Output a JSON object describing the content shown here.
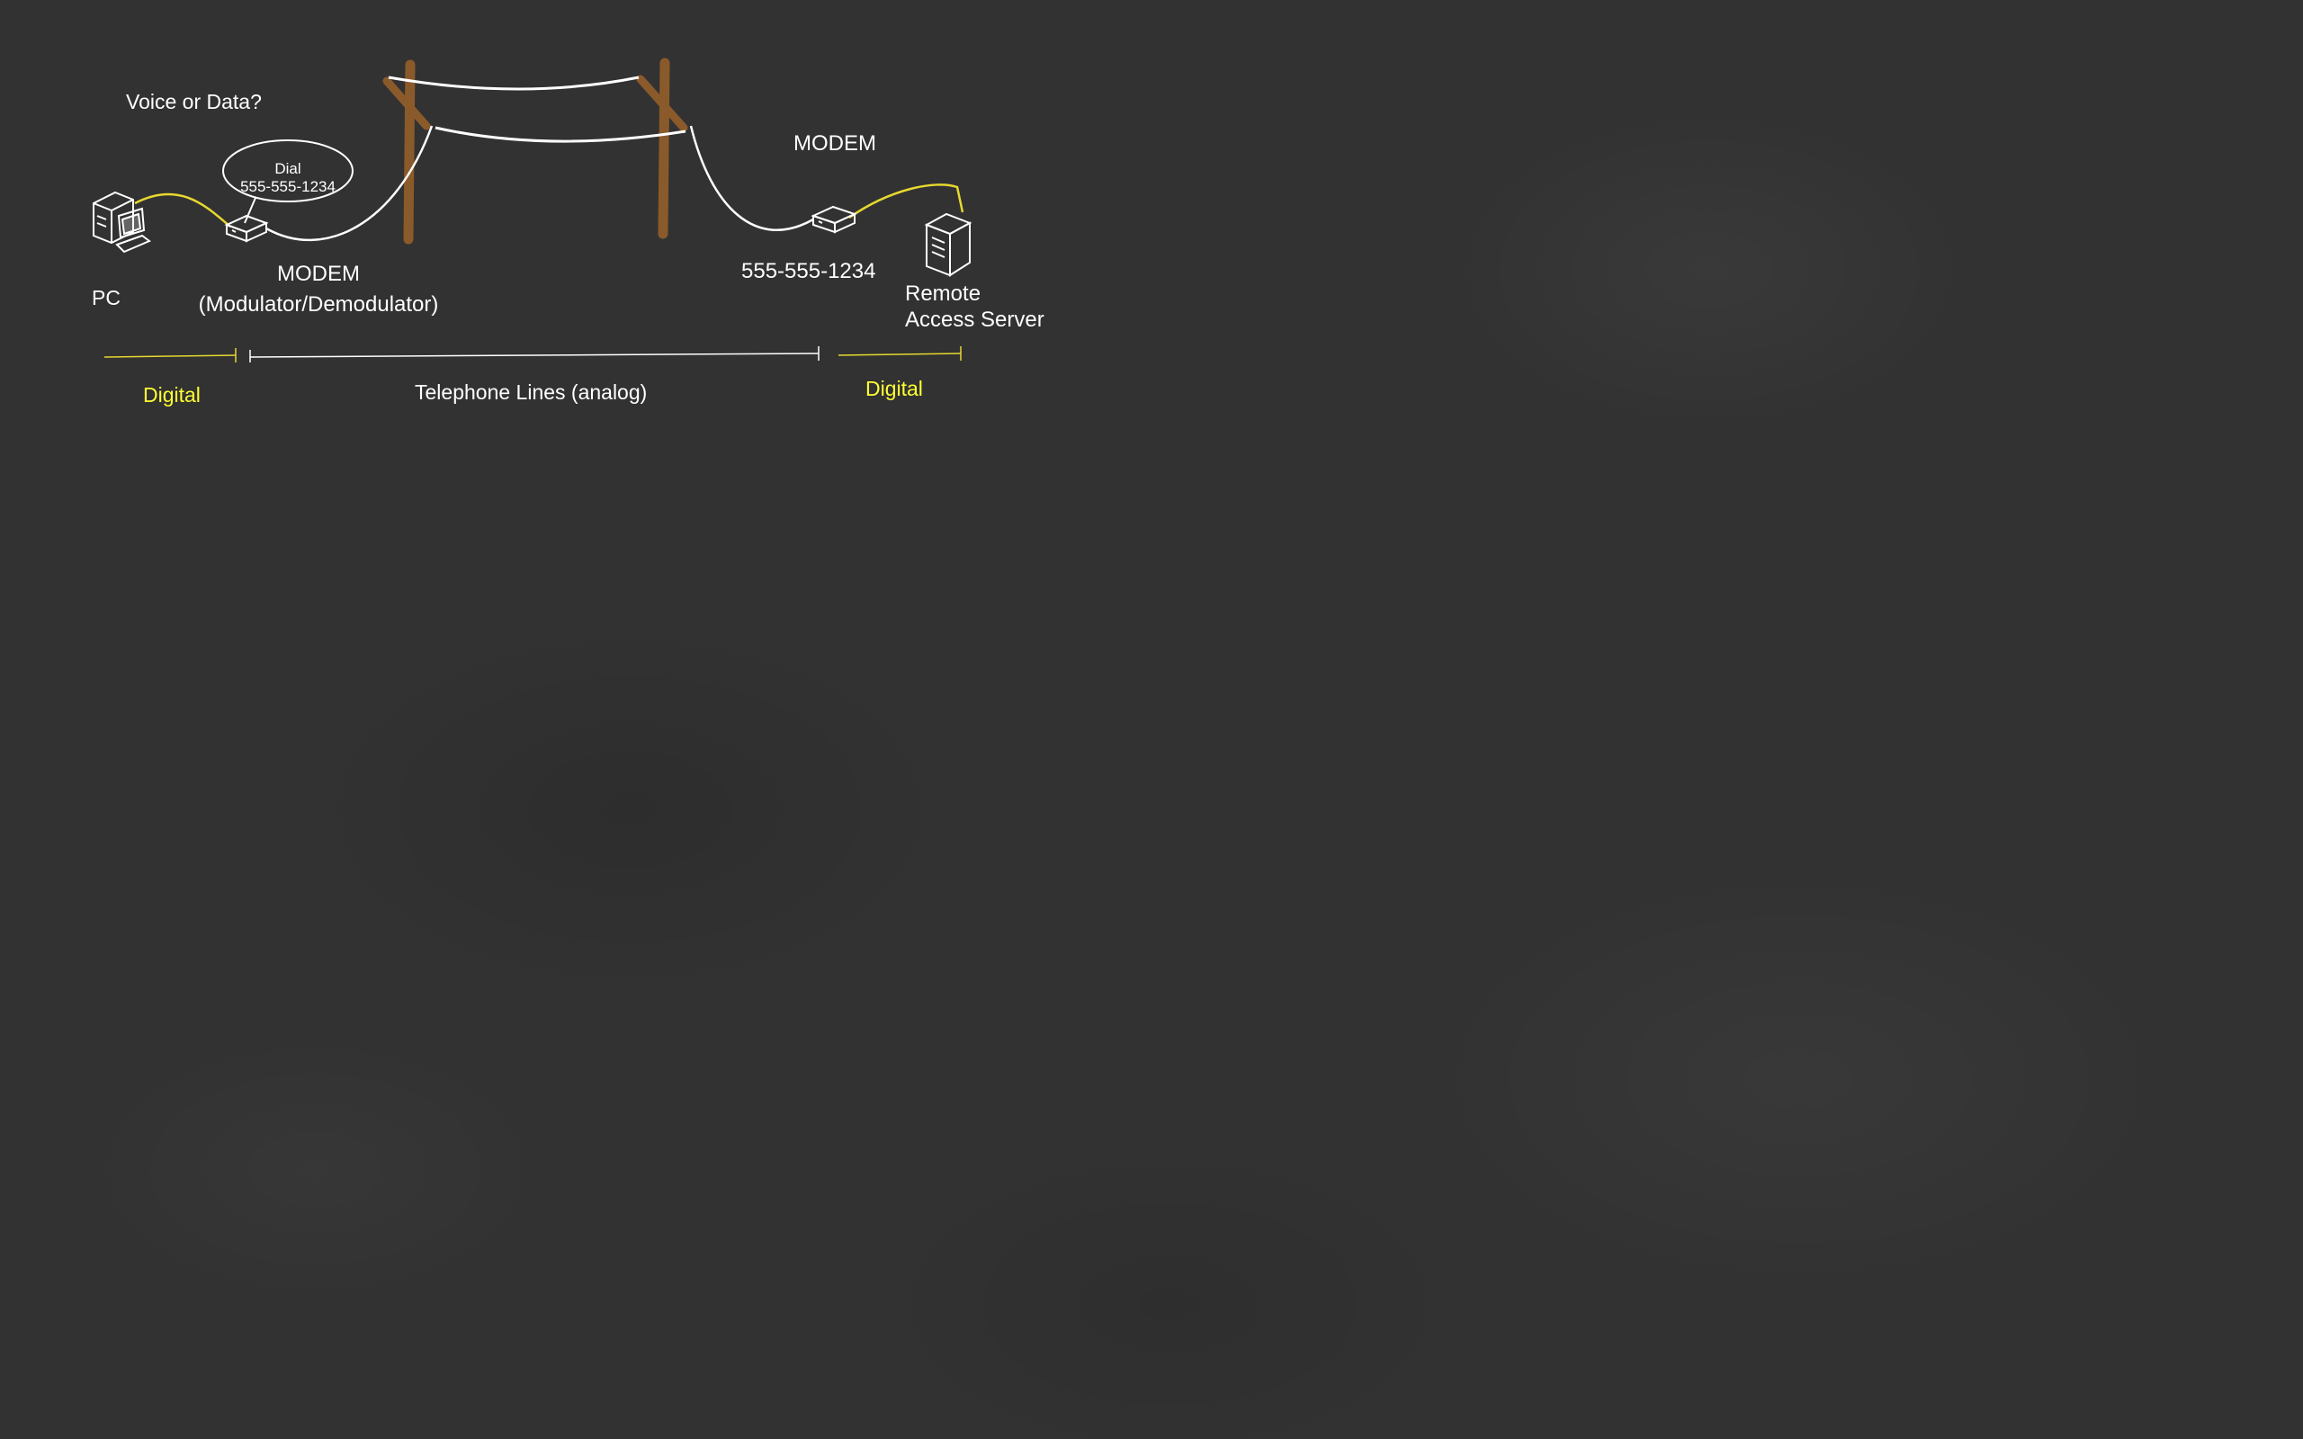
{
  "labels": {
    "question": "Voice or Data?",
    "bubble_line1": "Dial",
    "bubble_line2": "555-555-1234",
    "pc": "PC",
    "modem_left_line1": "MODEM",
    "modem_left_line2": "(Modulator/Demodulator)",
    "modem_right": "MODEM",
    "phone_number": "555-555-1234",
    "server_line1": "Remote",
    "server_line2": "Access Server",
    "digital_left": "Digital",
    "telephone_lines": "Telephone Lines (analog)",
    "digital_right": "Digital"
  },
  "icons": [
    "pc-icon",
    "modem-icon",
    "server-icon",
    "telephone-pole-icon"
  ],
  "colors": {
    "background": "#323232",
    "chalk": "#ffffff",
    "digital": "#ffff33",
    "pole": "#8b5a2b"
  }
}
